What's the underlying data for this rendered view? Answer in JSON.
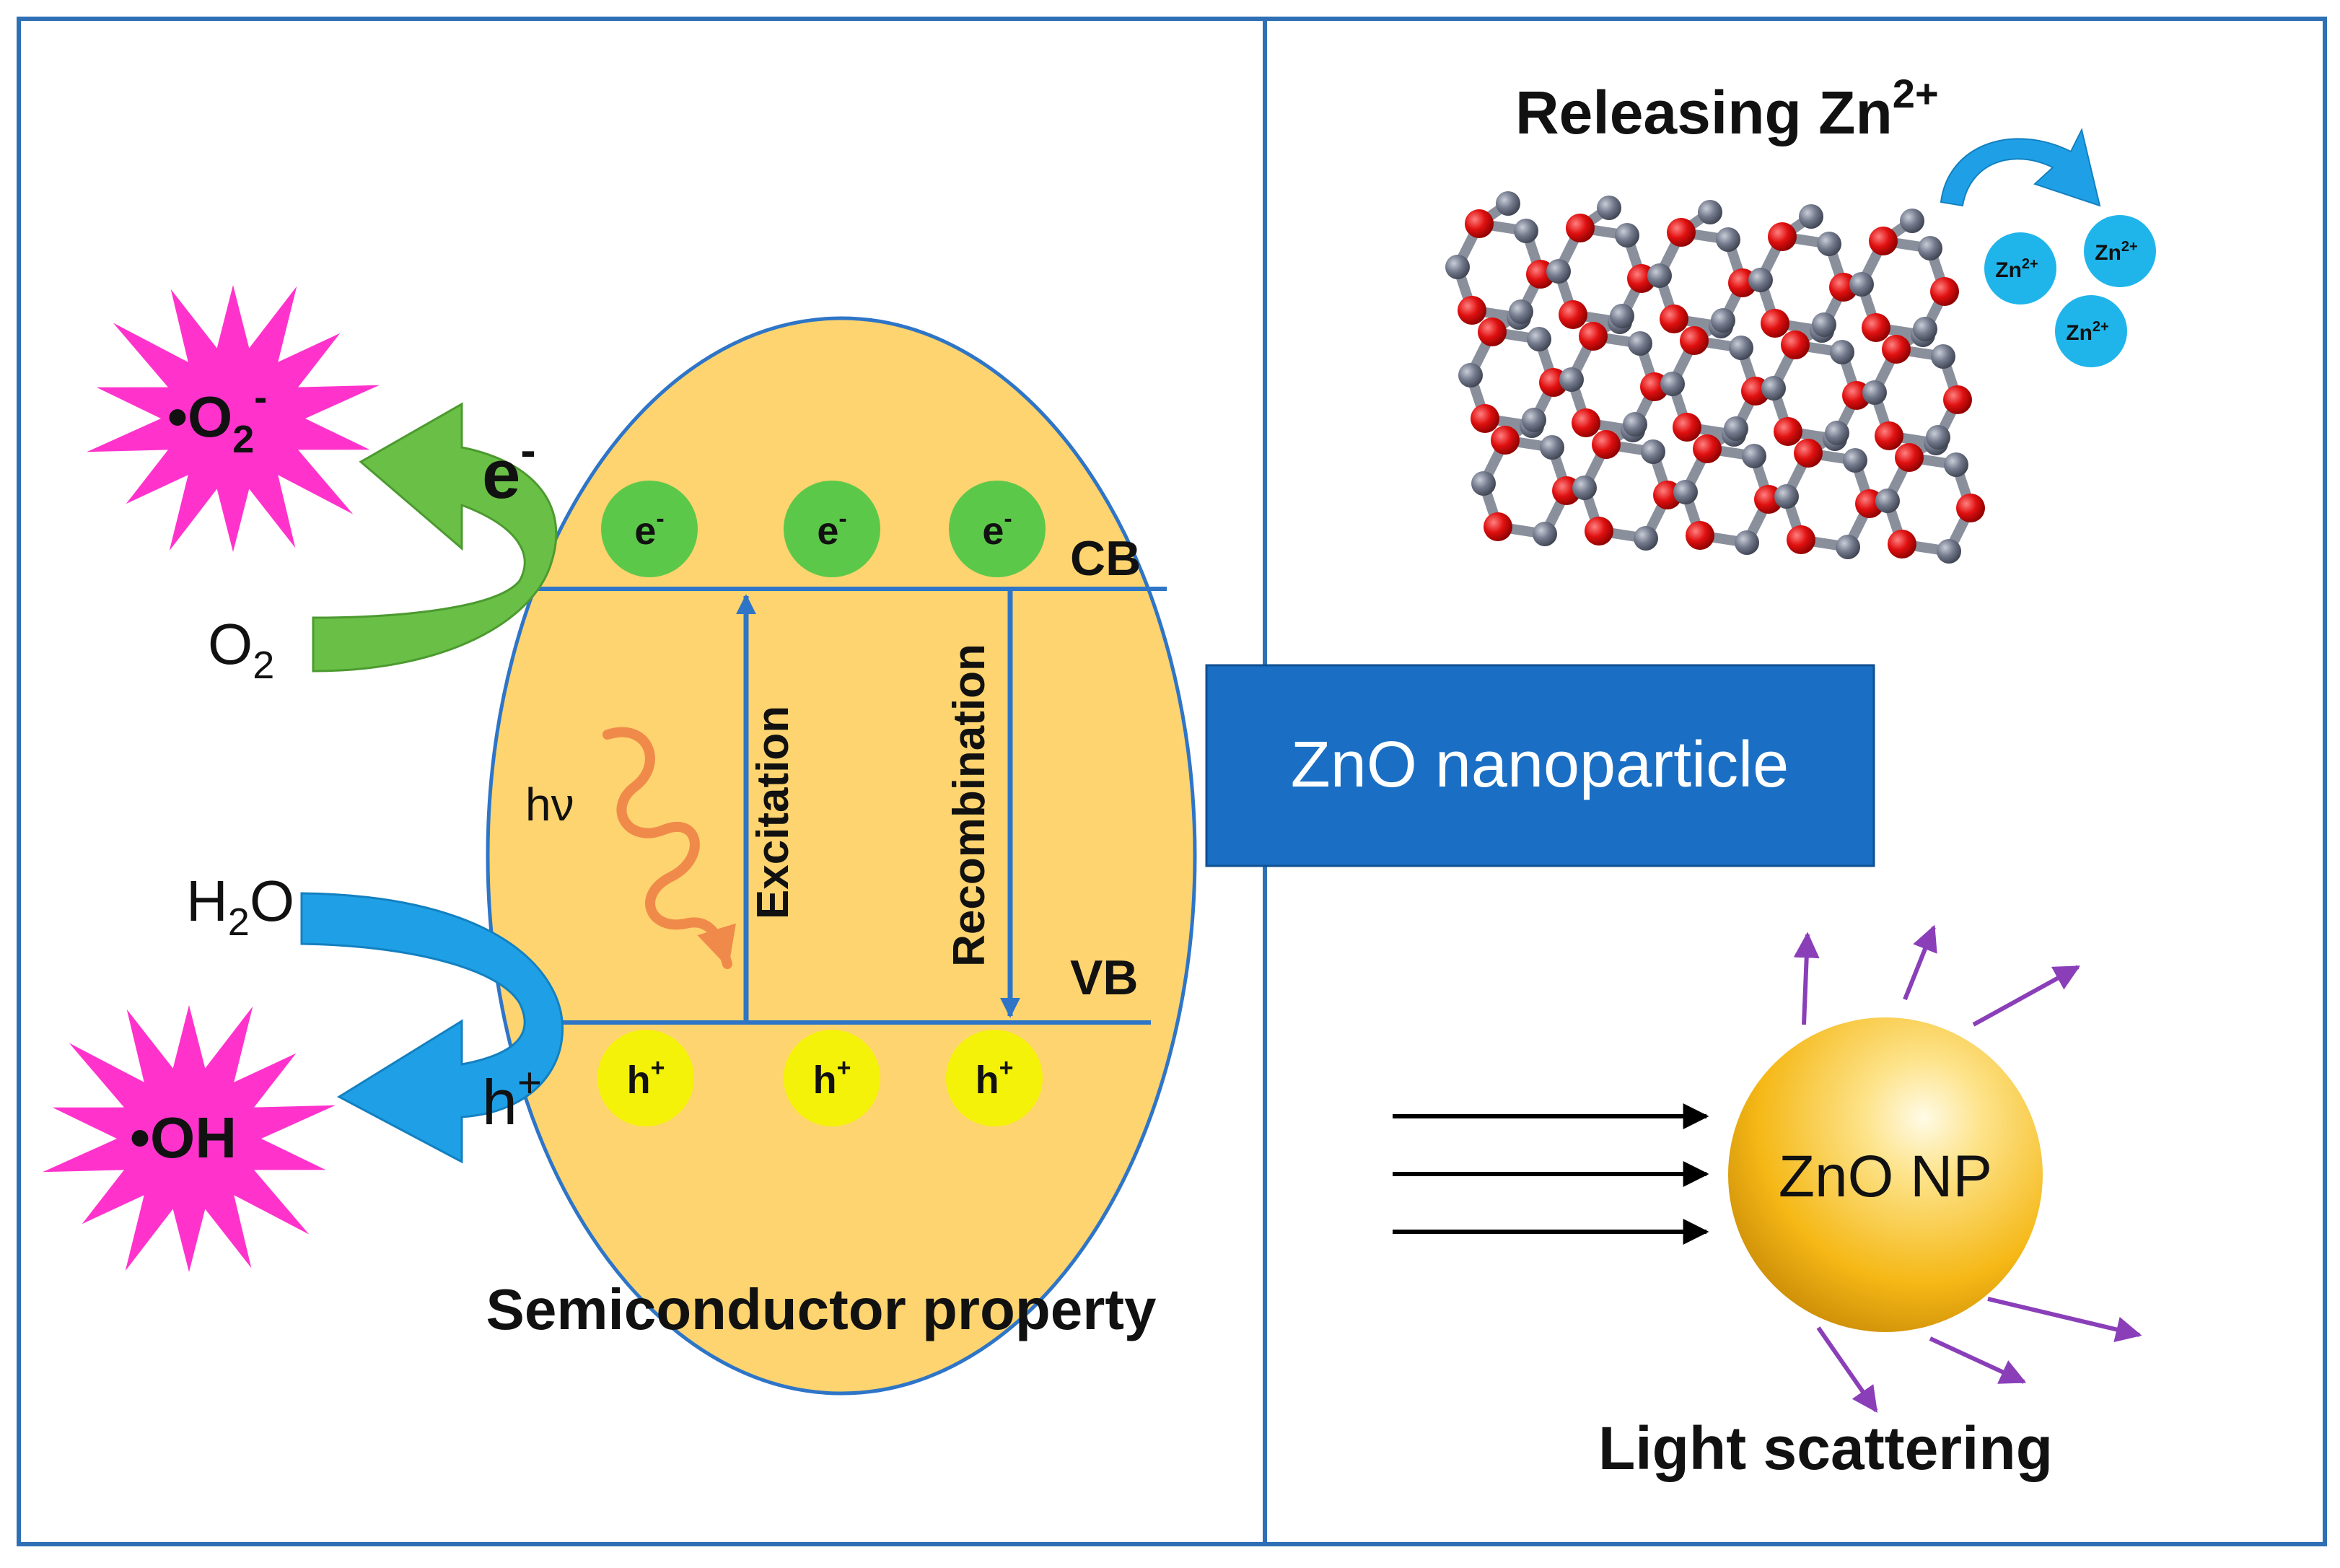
{
  "labels": {
    "superoxide": "•O",
    "superoxide_sub": "2",
    "superoxide_sup": "-",
    "electron_big": "e",
    "electron_big_sup": "-",
    "oxygen": "O",
    "oxygen_sub": "2",
    "water_h": "H",
    "water_sub": "2",
    "water_o": "O",
    "hydroxyl": "•OH",
    "hole_big": "h",
    "hole_big_sup": "+",
    "electron": "e",
    "electron_sup": "-",
    "hole": "h",
    "hole_sup": "+",
    "cb": "CB",
    "vb": "VB",
    "hv": "hν",
    "excitation": "Excitation",
    "recombination": "Recombination",
    "semiconductor": "Semiconductor property",
    "nanoparticle": "ZnO nanoparticle",
    "releasing": "Releasing Zn",
    "releasing_sup": "2+",
    "zn_ion": "Zn",
    "zn_ion_sup": "2+",
    "zno_np": "ZnO NP",
    "light_scattering": "Light scattering"
  },
  "colors": {
    "frame": "#2e6fb5",
    "particle_fill": "#fdd46f",
    "band_line": "#2e75c8",
    "electron_ball": "#5cc84a",
    "hole_ball": "#f5f20a",
    "burst": "#ff33cc",
    "green_arrow": "#6ac046",
    "blue_arrow": "#1fa0e6",
    "center_box": "#1a6fc4",
    "zn_ion_ball": "#1fb5ea",
    "atom_red": "#e01010",
    "atom_gray": "#737a8c",
    "scatter_arrow": "#8a3fb8",
    "np_sphere": "#f7c21a",
    "photon": "#f08a4a"
  }
}
